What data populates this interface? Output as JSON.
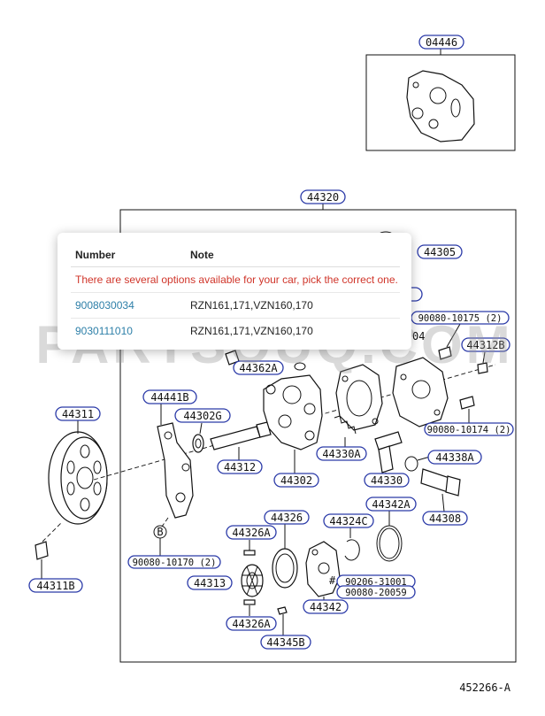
{
  "parts": {
    "p04446": "04446",
    "p44320": "44320",
    "p44305": "44305",
    "p90080_10175": "90080-10175",
    "p90080_10175_qty": "(2)",
    "p44312B": "44312B",
    "p44362A": "44362A",
    "p44441B": "44441B",
    "p44302G": "44302G",
    "p44311": "44311",
    "p90080_10174": "90080-10174",
    "p90080_10174_qty": "(2)",
    "p44338A": "44338A",
    "p44330A": "44330A",
    "p44312": "44312",
    "p44302": "44302",
    "p44330": "44330",
    "p44308": "44308",
    "p44326": "44326",
    "p44324C": "44324C",
    "p44342A": "44342A",
    "p44326A_top": "44326A",
    "p90080_10170": "90080-10170",
    "p90080_10170_qty": "(2)",
    "callout_B": "B",
    "p44311B": "44311B",
    "p44313": "44313",
    "p90206_31001": "90206-31001",
    "p90080_20059": "90080-20059",
    "hash_mark": "#",
    "p44342": "44342",
    "p44326A_bottom": "44326A",
    "p44345B": "44345B",
    "p04_partial": "04"
  },
  "figure_code": "452266-A",
  "watermark": "PARTSOUQ.COM",
  "popup": {
    "header_number": "Number",
    "header_note": "Note",
    "warning": "There are several options available for your car, pick the correct one.",
    "rows": [
      {
        "number": "9008030034",
        "note": "RZN161,171,VZN160,170"
      },
      {
        "number": "9030111010",
        "note": "RZN161,171,VZN160,170"
      }
    ]
  },
  "colors": {
    "callout_border": "#2b3aa8",
    "link": "#2d7fa8",
    "warning": "#d0352a"
  }
}
